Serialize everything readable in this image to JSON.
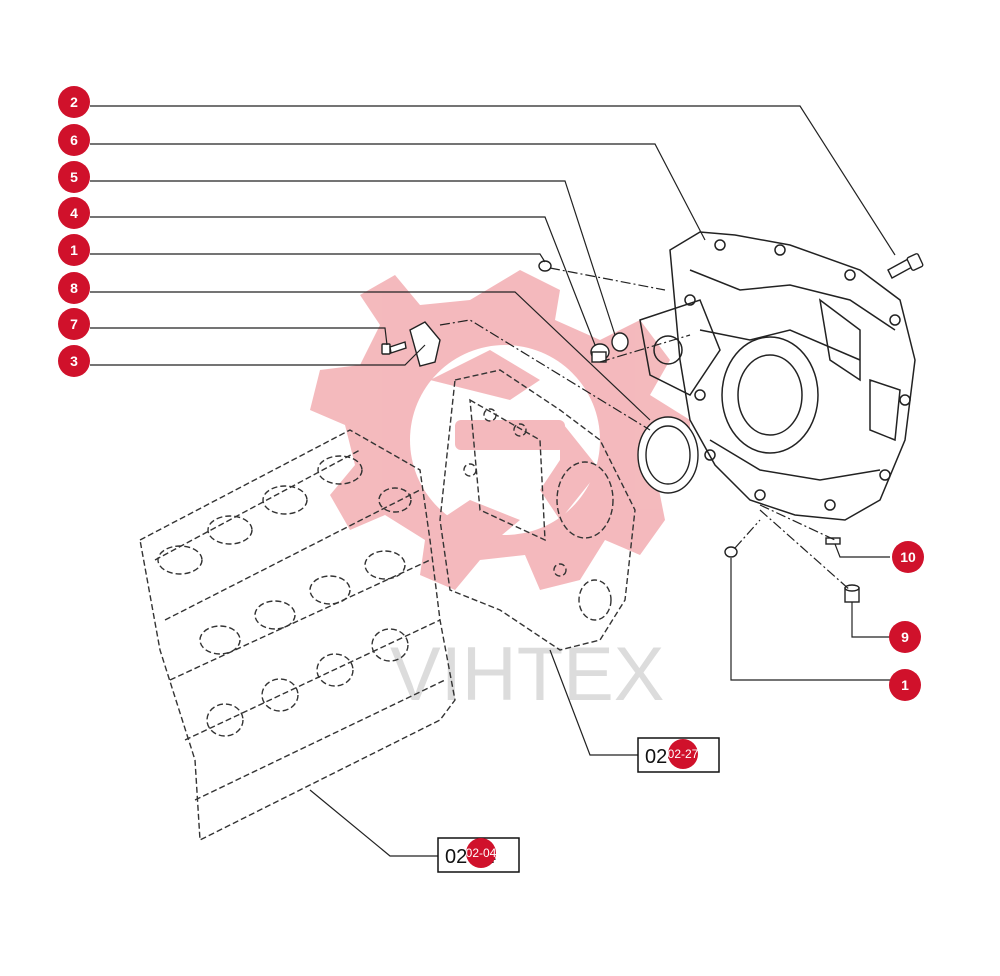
{
  "watermark": {
    "text": "VIHTEX",
    "color": "#f3b2b6"
  },
  "accent_color": "#d0112b",
  "callouts": [
    {
      "id": "c-2",
      "label": "2"
    },
    {
      "id": "c-6",
      "label": "6"
    },
    {
      "id": "c-5",
      "label": "5"
    },
    {
      "id": "c-4",
      "label": "4"
    },
    {
      "id": "c-1a",
      "label": "1"
    },
    {
      "id": "c-8",
      "label": "8"
    },
    {
      "id": "c-7",
      "label": "7"
    },
    {
      "id": "c-3",
      "label": "3"
    },
    {
      "id": "c-10",
      "label": "10"
    },
    {
      "id": "c-9",
      "label": "9"
    },
    {
      "id": "c-1b",
      "label": "1"
    }
  ],
  "references": [
    {
      "id": "ref-a",
      "box_text": "02-27",
      "badge_text": "02-27"
    },
    {
      "id": "ref-b",
      "box_text": "02-04",
      "badge_text": "02-04"
    }
  ]
}
